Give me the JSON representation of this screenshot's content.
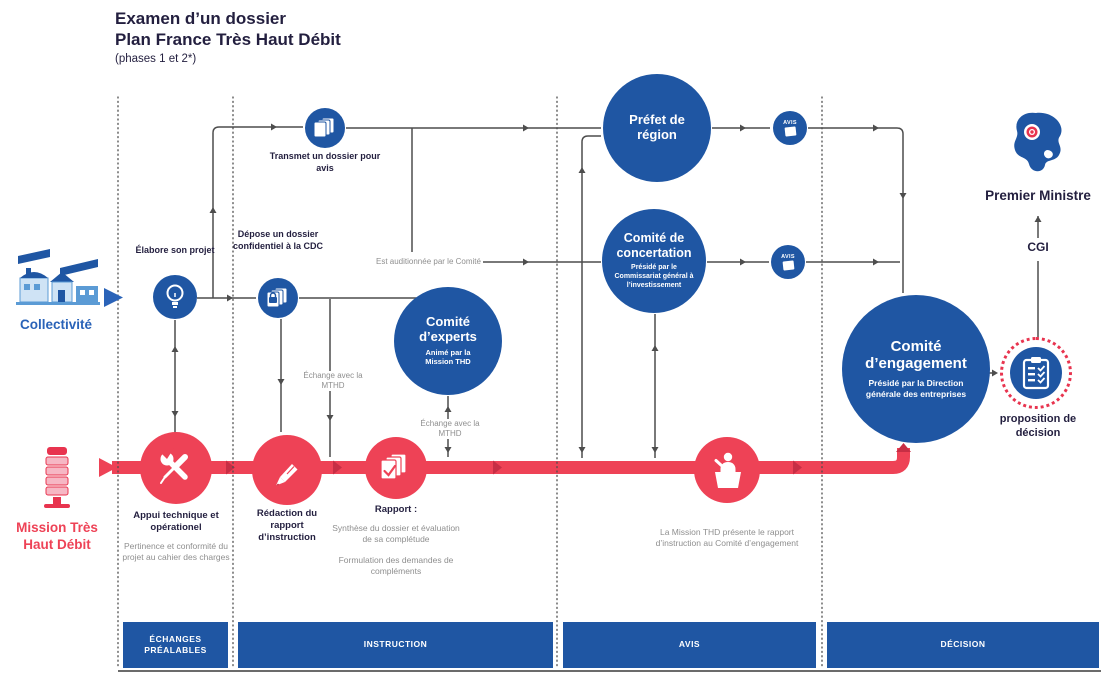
{
  "header": {
    "title_line1": "Examen d’un dossier",
    "title_line2": "Plan France Très Haut Débit",
    "subtitle": "(phases 1 et 2*)"
  },
  "actors": {
    "collectivite": "Collectivité",
    "mission_thd": "Mission Très Haut Débit",
    "premier_ministre": "Premier Ministre",
    "cgi": "CGI"
  },
  "nodes": {
    "elabore": "Élabore son projet",
    "transmet": "Transmet un dossier pour avis",
    "depose": "Dépose un dossier confidentiel à la CDC",
    "prefet_title": "Préfet de région",
    "concertation_title": "Comité de concertation",
    "concertation_subtitle": "Présidé par le Commissariat général à l’investissement",
    "experts_title": "Comité d’experts",
    "experts_subtitle": "Animé par la Mission THD",
    "engagement_title": "Comité d’engagement",
    "engagement_subtitle": "Présidé par la Direction générale des entreprises",
    "avis_badge_1": "AVIS",
    "avis_badge_2": "AVIS",
    "proposition": "proposition de décision"
  },
  "mission_steps": {
    "appui_title": "Appui technique et opérationel",
    "appui_detail": "Pertinence et conformité du projet au cahier des charges",
    "redaction": "Rédaction du rapport d’instruction",
    "rapport_title": "Rapport :",
    "rapport_detail_1": "Synthèse du dossier et évaluation de sa complétude",
    "rapport_detail_2": "Formulation des demandes de compléments",
    "presentation": "La Mission THD présente le rapport d’instruction au Comité d’engagement"
  },
  "edge_labels": {
    "audition": "Est auditionnée par le Comité",
    "echange_cdc": "Échange avec la MTHD",
    "echange_experts": "Échange avec la MTHD"
  },
  "phases": [
    "ÉCHANGES PRÉALABLES",
    "INSTRUCTION",
    "AVIS",
    "DÉCISION"
  ],
  "colors": {
    "primary_blue": "#1f56a3",
    "mission_red": "#ee4256",
    "dark_red_arrow": "#c72e45",
    "navy_text": "#231f3f",
    "gray_text": "#8f8f8f",
    "line_gray": "#4d4d4d"
  },
  "icons": [
    "buildings-icon",
    "antenna-icon",
    "lightbulb-icon",
    "documents-icon",
    "locked-documents-icon",
    "avis-document-icon",
    "tools-icon",
    "pencil-icon",
    "report-check-icon",
    "speaker-podium-icon",
    "clipboard-icon",
    "marianne-logo"
  ]
}
